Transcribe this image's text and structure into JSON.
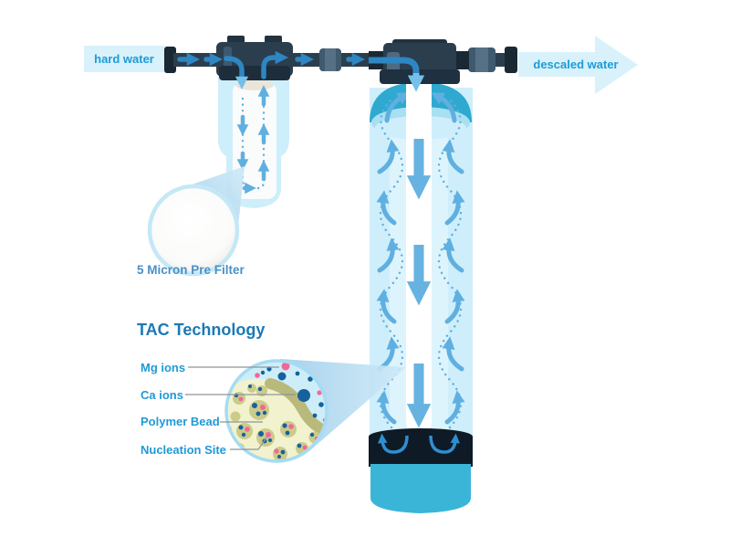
{
  "diagram": {
    "flow": {
      "input_label": "hard water",
      "output_label": "descaled water"
    },
    "pre_filter": {
      "caption": "5 Micron Pre Filter"
    },
    "tac": {
      "heading": "TAC Technology",
      "callouts": [
        {
          "label": "Mg ions"
        },
        {
          "label": "Ca ions"
        },
        {
          "label": "Polymer Bead"
        },
        {
          "label": "Nucleation Site"
        }
      ]
    },
    "colors": {
      "label_blue": "#1f9ad6",
      "heading_blue": "#1c79b5",
      "caption_blue": "#4a90c8",
      "pipe_dark": "#2b3e4e",
      "flow_arrow_blue": "#5fb0e0",
      "water_fill": "#d8f1fb",
      "tank_body_blue": "#cfeefb",
      "tank_base_teal": "#3ab5d8",
      "mg_ion_pink": "#f2679a",
      "ca_ion_blue": "#17619f",
      "polymer_bead_olive": "#cbcb8a"
    }
  }
}
